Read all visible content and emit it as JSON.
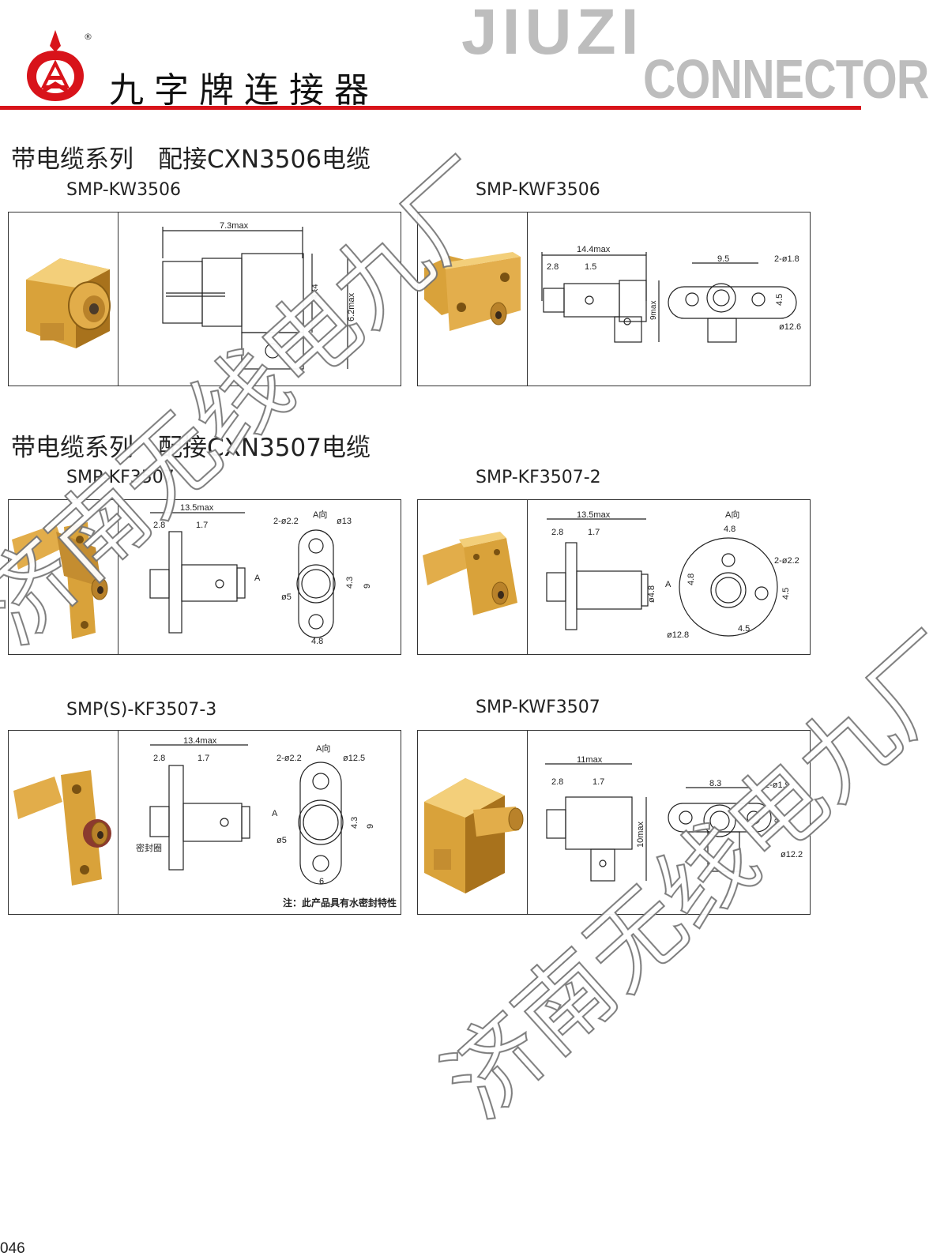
{
  "header": {
    "brand_cn": "九字牌连接器",
    "registered_mark": "®",
    "brand_en_top": "JIUZI",
    "brand_en_bottom": "CONNECTOR",
    "accent_color": "#d8131a"
  },
  "sections": [
    {
      "title": "带电缆系列　配接CXN3506电缆"
    },
    {
      "title": "带电缆系列　配接CXN3507电缆"
    }
  ],
  "products": [
    {
      "model": "SMP-KW3506",
      "dims": [
        "7.3max",
        "4X4",
        "6.2max"
      ]
    },
    {
      "model": "SMP-KWF3506",
      "dims": [
        "14.4max",
        "2.8",
        "1.5",
        "9max",
        "9.5",
        "2-ø1.8",
        "4.5",
        "ø12.6"
      ]
    },
    {
      "model": "SMP-KF3507",
      "dims": [
        "13.5max",
        "2.8",
        "1.7",
        "A",
        "2-ø2.2",
        "A向",
        "ø13",
        "4.3",
        "9",
        "ø5",
        "4.8"
      ]
    },
    {
      "model": "SMP-KF3507-2",
      "dims": [
        "13.5max",
        "2.8",
        "1.7",
        "ø4.8",
        "A",
        "A向",
        "4.8",
        "2-ø2.2",
        "4.5",
        "4.8",
        "4.5",
        "ø12.8"
      ]
    },
    {
      "model": "SMP(S)-KF3507-3",
      "dims": [
        "13.4max",
        "2.8",
        "1.7",
        "2-ø2.2",
        "A向",
        "ø12.5",
        "A",
        "4.3",
        "9",
        "ø5",
        "6",
        "密封圈"
      ],
      "note": "注：此产品具有水密封特性"
    },
    {
      "model": "SMP-KWF3507",
      "dims": [
        "11max",
        "2.8",
        "1.7",
        "10max",
        "8.3",
        "2-ø1.9",
        "4.8",
        "ø12.2"
      ]
    }
  ],
  "watermark": [
    "济南无线电九厂"
  ],
  "page_number": "046",
  "colors": {
    "gold": "#d9a23a",
    "gold_dark": "#a8721c",
    "gold_light": "#f3cf7a",
    "line": "#333333"
  },
  "icons": [
    "jiuzi-logo-icon"
  ]
}
